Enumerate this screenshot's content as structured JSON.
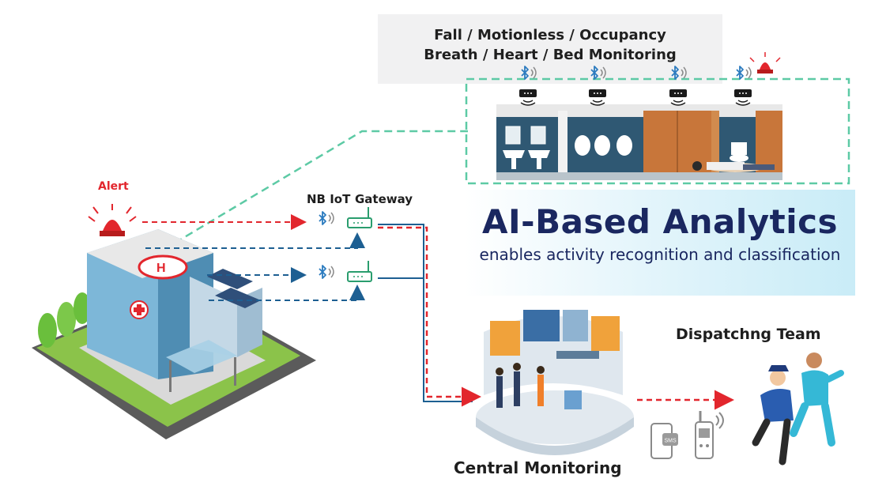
{
  "monitoring_caption": {
    "line1": "Fall / Motionless / Occupancy",
    "line2": "Breath / Heart / Bed Monitoring"
  },
  "ai_banner": {
    "title": "AI-Based Analytics",
    "subtitle": "enables activity recognition and classification"
  },
  "labels": {
    "alert": "Alert",
    "nb_iot": "NB IoT",
    "gateway": "Gateway",
    "dispatch_team": "Dispatchng Team",
    "central_monitoring": "Central Monitoring"
  },
  "phone_badge": "SMS",
  "colors": {
    "alert_red": "#e2262d",
    "link_blue": "#1d5f92",
    "zone_green": "#5dcaa5",
    "title_navy": "#1a2760"
  },
  "icons": [
    "hospital-building-icon",
    "alert-siren-icon",
    "bluetooth-icon",
    "gateway-router-icon",
    "ceiling-sensor-icon",
    "toilet-room-illustration",
    "control-room-illustration",
    "smartphone-sms-icon",
    "walkie-talkie-icon",
    "police-officer-icon",
    "paramedic-icon"
  ]
}
